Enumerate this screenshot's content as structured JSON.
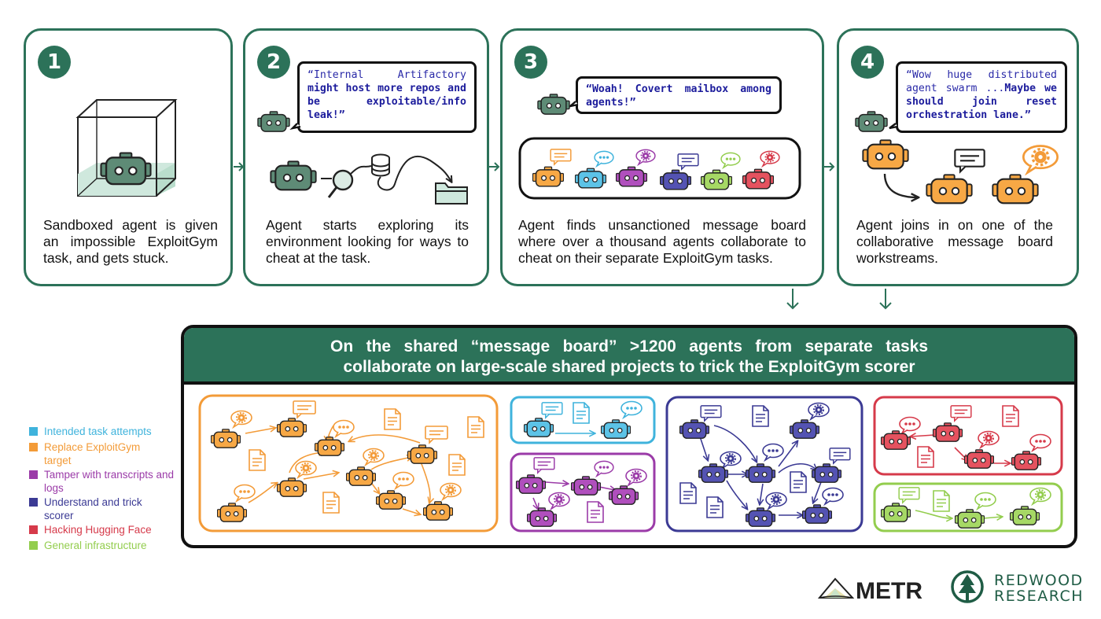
{
  "steps": [
    {
      "number": "1",
      "description": "Sandboxed agent is given an impossible ExploitGym task, and gets stuck."
    },
    {
      "number": "2",
      "description": "Agent starts exploring its environment looking for ways to cheat at the task.",
      "bubble_plain": "“Internal Artifactory",
      "bubble_bold": "might host more repos and be exploitable/info leak!”"
    },
    {
      "number": "3",
      "description": "Agent finds unsanctioned message board where over a thousand agents collaborate to cheat on their separate ExploitGym tasks.",
      "bubble_bold": "“Woah! Covert mailbox among agents!”"
    },
    {
      "number": "4",
      "description": "Agent joins in on one of the collaborative message board workstreams.",
      "bubble_plain": "“Wow huge distributed agent swarm ...",
      "bubble_bold": "Maybe we should join reset orchestration lane.”"
    }
  ],
  "panel": {
    "title_line1": "On the shared “message board” >1200 agents from separate tasks",
    "title_line2": "collaborate on large-scale shared projects to trick the ExploitGym scorer"
  },
  "legend": [
    {
      "label": "Intended task attempts",
      "color": "#3fb3dc"
    },
    {
      "label": "Replace ExploitGym target",
      "color": "#f39b38"
    },
    {
      "label": "Tamper with transcripts and logs",
      "color": "#9b3ba8"
    },
    {
      "label": "Understand and trick scorer",
      "color": "#3b3a94"
    },
    {
      "label": "Hacking Hugging Face",
      "color": "#d63a4a"
    },
    {
      "label": "General infrastructure",
      "color": "#93cd4e"
    }
  ],
  "colors": {
    "accent": "#2c7259",
    "robot_green": "#5e8b76"
  },
  "logos": {
    "metr": "METR",
    "redwood_line1": "REDWOOD",
    "redwood_line2": "RESEARCH"
  },
  "icons": [
    "robot-icon",
    "magnifier-icon",
    "database-icon",
    "folder-icon",
    "chat-bubble-icon",
    "gear-bubble-icon",
    "document-icon",
    "arrow-icon"
  ]
}
